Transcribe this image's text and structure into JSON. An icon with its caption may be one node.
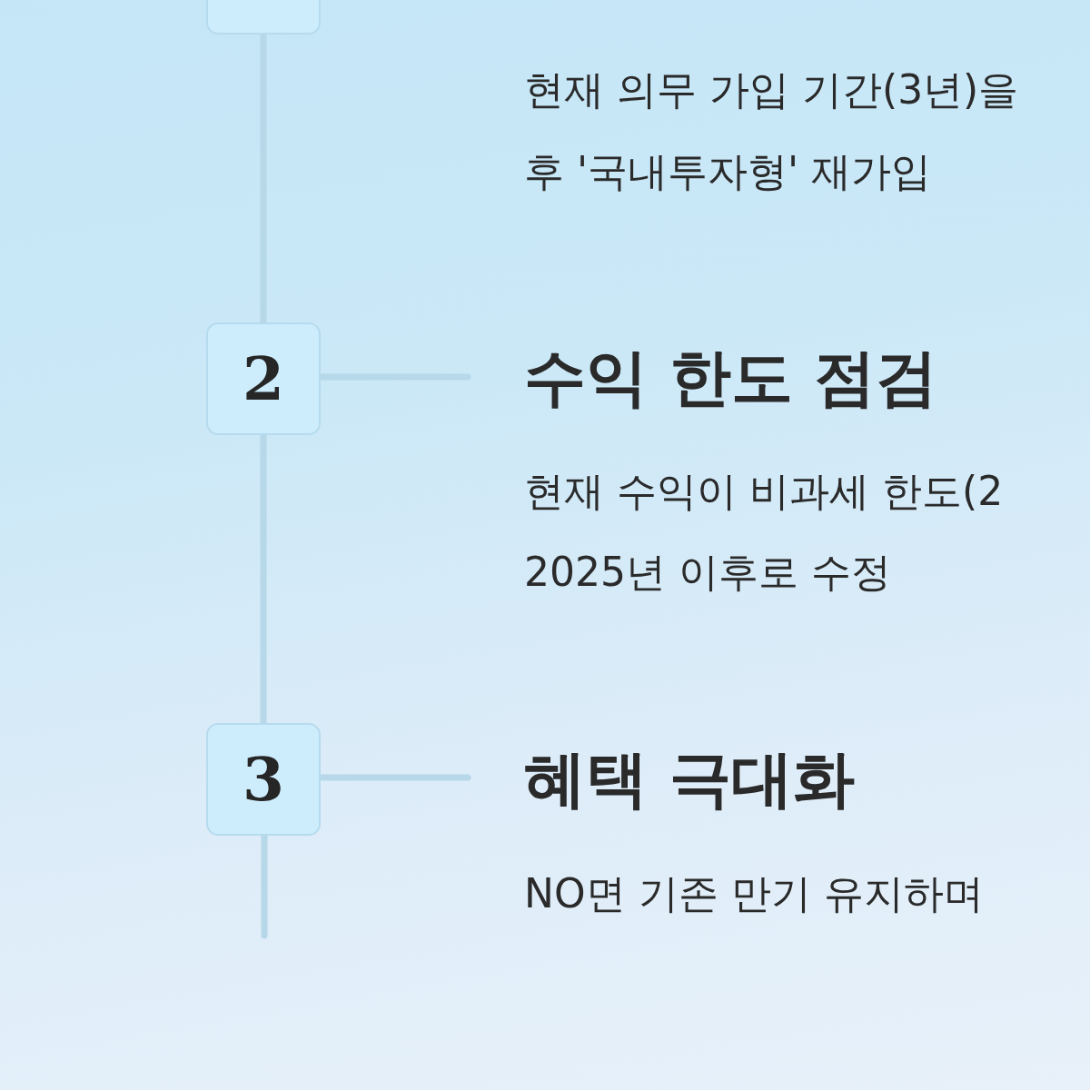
{
  "diagram": {
    "nodes": [
      {
        "text": [],
        "shape": "box"
      },
      {
        "text": [
          "2"
        ]
      },
      {
        "text": [
          "3"
        ]
      }
    ],
    "edges": [
      {
        "from": 0,
        "to": 1,
        "arrow": "none"
      },
      {
        "from": 1,
        "to": 2,
        "arrow": "none"
      },
      {
        "from": 2,
        "to": null,
        "arrow": "none"
      },
      {
        "from": 1,
        "to": null,
        "arrow": "none"
      },
      {
        "from": 2,
        "to": null,
        "arrow": "none"
      }
    ],
    "labels": [
      "현재 의무 가입 기간(3년)을",
      "후 '국내투자형' 재가입",
      "수익 한도 점검",
      "현재 수익이 비과세 한도(2",
      "2025년 이후로 수정",
      "혜택 극대화",
      "NO면 기존 만기 유지하며"
    ]
  }
}
